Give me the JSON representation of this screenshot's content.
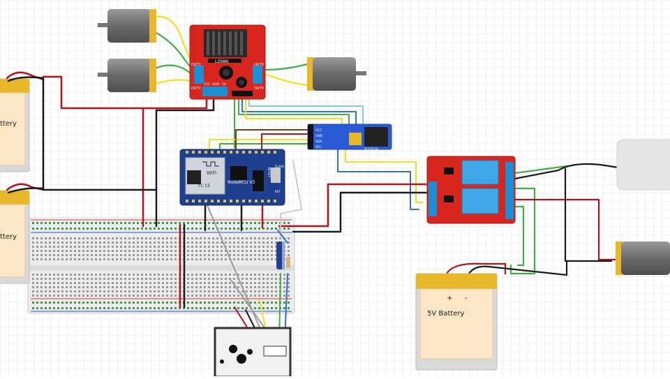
{
  "labels": {
    "driver_chip": "L298N",
    "out1": "OUT1",
    "out2": "OUT2",
    "out3": "OUT3",
    "out4": "OUT4",
    "v12": "12V",
    "gnd": "GND",
    "v5": "5V",
    "mcu_name": "NodeMCU V3",
    "mcu_wifi": "WiFi",
    "mcu_cert": "FC CE",
    "mcu_flash": "FLASH",
    "mcu_rst": "RST",
    "mcu_lolin": "LOLIN",
    "i2c_vcc": "VCC",
    "i2c_gnd": "GND",
    "i2c_sda": "SDA",
    "i2c_scl": "SCL",
    "i2c_chip": "PCF8574",
    "bat_left_top": "ttery",
    "bat_left_bottom": "ttery",
    "bat_5v": "5V Battery",
    "plus": "+",
    "minus": "-"
  },
  "colors": {
    "grid": "#e6e6e6",
    "wire_red": "#b5121b",
    "wire_black": "#1a1a1a",
    "wire_green": "#3cb043",
    "wire_yellow": "#f0e020",
    "wire_blue": "#2f6fd6",
    "wire_brown": "#7a3a12",
    "wire_gray": "#9a9a9a",
    "board_red": "#d8251d",
    "mcu_blue": "#1f3f8f",
    "i2c_blue": "#2a5bd7",
    "battery_cream": "#fbe7c6",
    "battery_gold": "#e8b82a"
  }
}
